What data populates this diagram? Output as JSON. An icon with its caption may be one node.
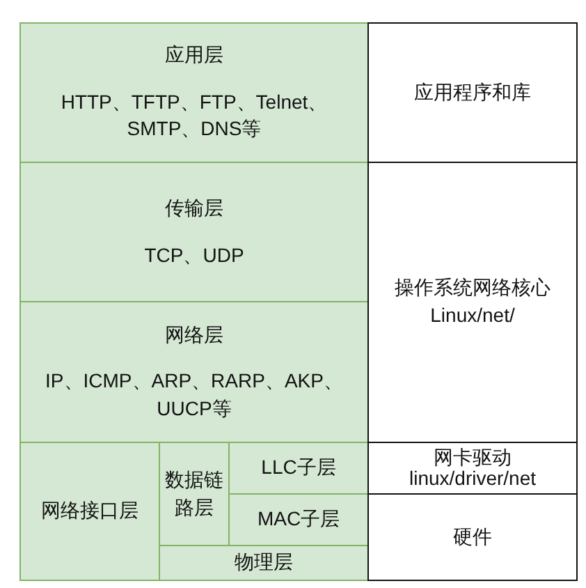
{
  "diagram": {
    "nodes": [
      {
        "text": [
          "应用层",
          "HTTP、TFTP、FTP、Telnet、SMTP、DNS等"
        ]
      },
      {
        "text": [
          "应用程序和库"
        ]
      },
      {
        "text": [
          "传输层",
          "TCP、UDP"
        ]
      },
      {
        "text": [
          "操作系统网络核心",
          "Linux/net/"
        ]
      },
      {
        "text": [
          "网络层",
          "IP、ICMP、ARP、RARP、AKP、UUCP等"
        ]
      },
      {
        "text": [
          "网络接口层"
        ]
      },
      {
        "text": [
          "数据链路层"
        ]
      },
      {
        "text": [
          "LLC子层"
        ]
      },
      {
        "text": [
          "网卡驱动",
          "linux/driver/net"
        ]
      },
      {
        "text": [
          "MAC子层"
        ]
      },
      {
        "text": [
          "硬件"
        ]
      },
      {
        "text": [
          "物理层"
        ]
      }
    ]
  }
}
